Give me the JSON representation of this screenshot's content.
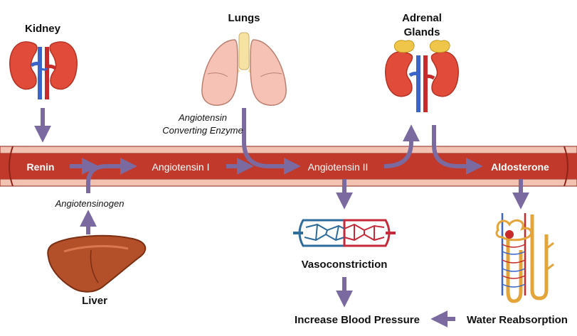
{
  "colors": {
    "arrow": "#7b6aa0",
    "vessel": "#c0392b",
    "vessel_dark": "#8e2418",
    "vessel_rim": "#f2c3b3",
    "kidney": "#e04b3a",
    "kidney_dark": "#b53225",
    "vein_blue": "#3a64c8",
    "artery_red": "#c62a2a",
    "lung": "#f6c2b5",
    "lung_outline": "#b98071",
    "trachea": "#f6e3a3",
    "gland": "#f0c64a",
    "liver": "#b3502a",
    "liver_dark": "#7a2f13",
    "tubule": "#e3a43a"
  },
  "labels": {
    "kidney": "Kidney",
    "lungs": "Lungs",
    "adrenal_line1": "Adrenal",
    "adrenal_line2": "Glands",
    "ace_line1": "Angiotensin",
    "ace_line2": "Converting Enzyme",
    "renin": "Renin",
    "angiotensin_1": "Angiotensin I",
    "angiotensin_2": "Angiotensin II",
    "aldosterone": "Aldosterone",
    "angiotensinogen": "Angiotensinogen",
    "liver": "Liver",
    "vasoconstriction": "Vasoconstriction",
    "water_reabsorption": "Water Reabsorption",
    "increase_bp": "Increase Blood Pressure"
  },
  "icons": {
    "kidney": "kidney-icon",
    "lungs": "lungs-icon",
    "adrenal": "adrenal-glands-icon",
    "liver": "liver-icon",
    "capillary": "capillary-bed-icon",
    "nephron": "nephron-icon"
  }
}
